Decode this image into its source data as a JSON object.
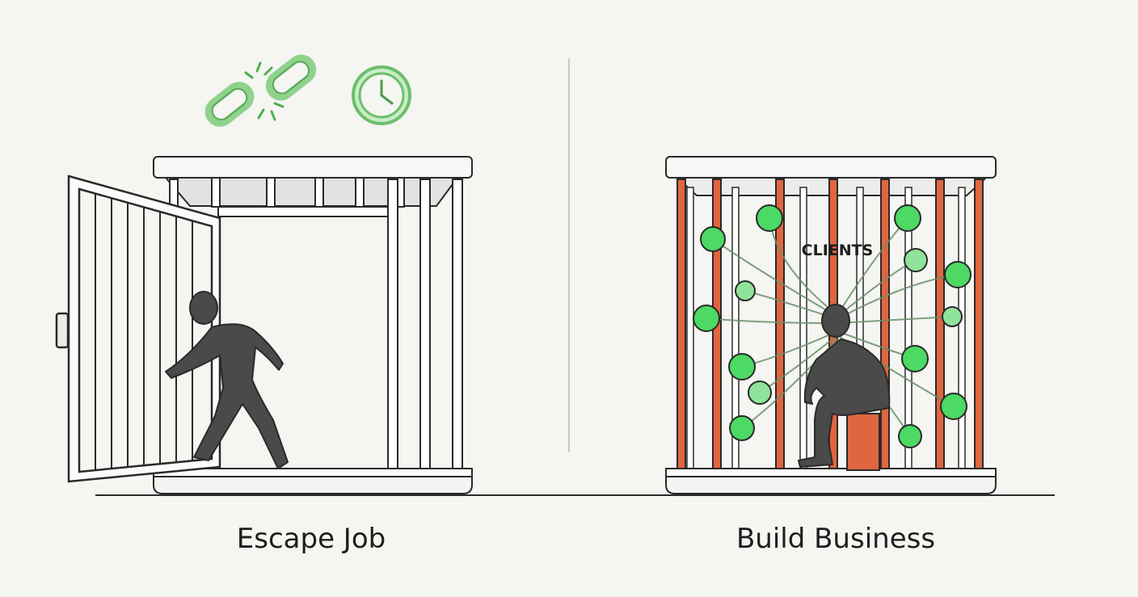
{
  "panels": {
    "left": {
      "caption": "Escape Job"
    },
    "right": {
      "caption": "Build Business",
      "sign_label": "CLIENTS"
    }
  },
  "colors": {
    "background": "#f5f5f1",
    "outline": "#2a2a2a",
    "figure": "#4a4a4a",
    "accent_green": "#4cd964",
    "icon_green": "#b7e4b4",
    "bars_orange": "#e0663f",
    "divider": "#c8c8c8"
  },
  "icons": [
    "broken-chain-icon",
    "clock-icon"
  ]
}
